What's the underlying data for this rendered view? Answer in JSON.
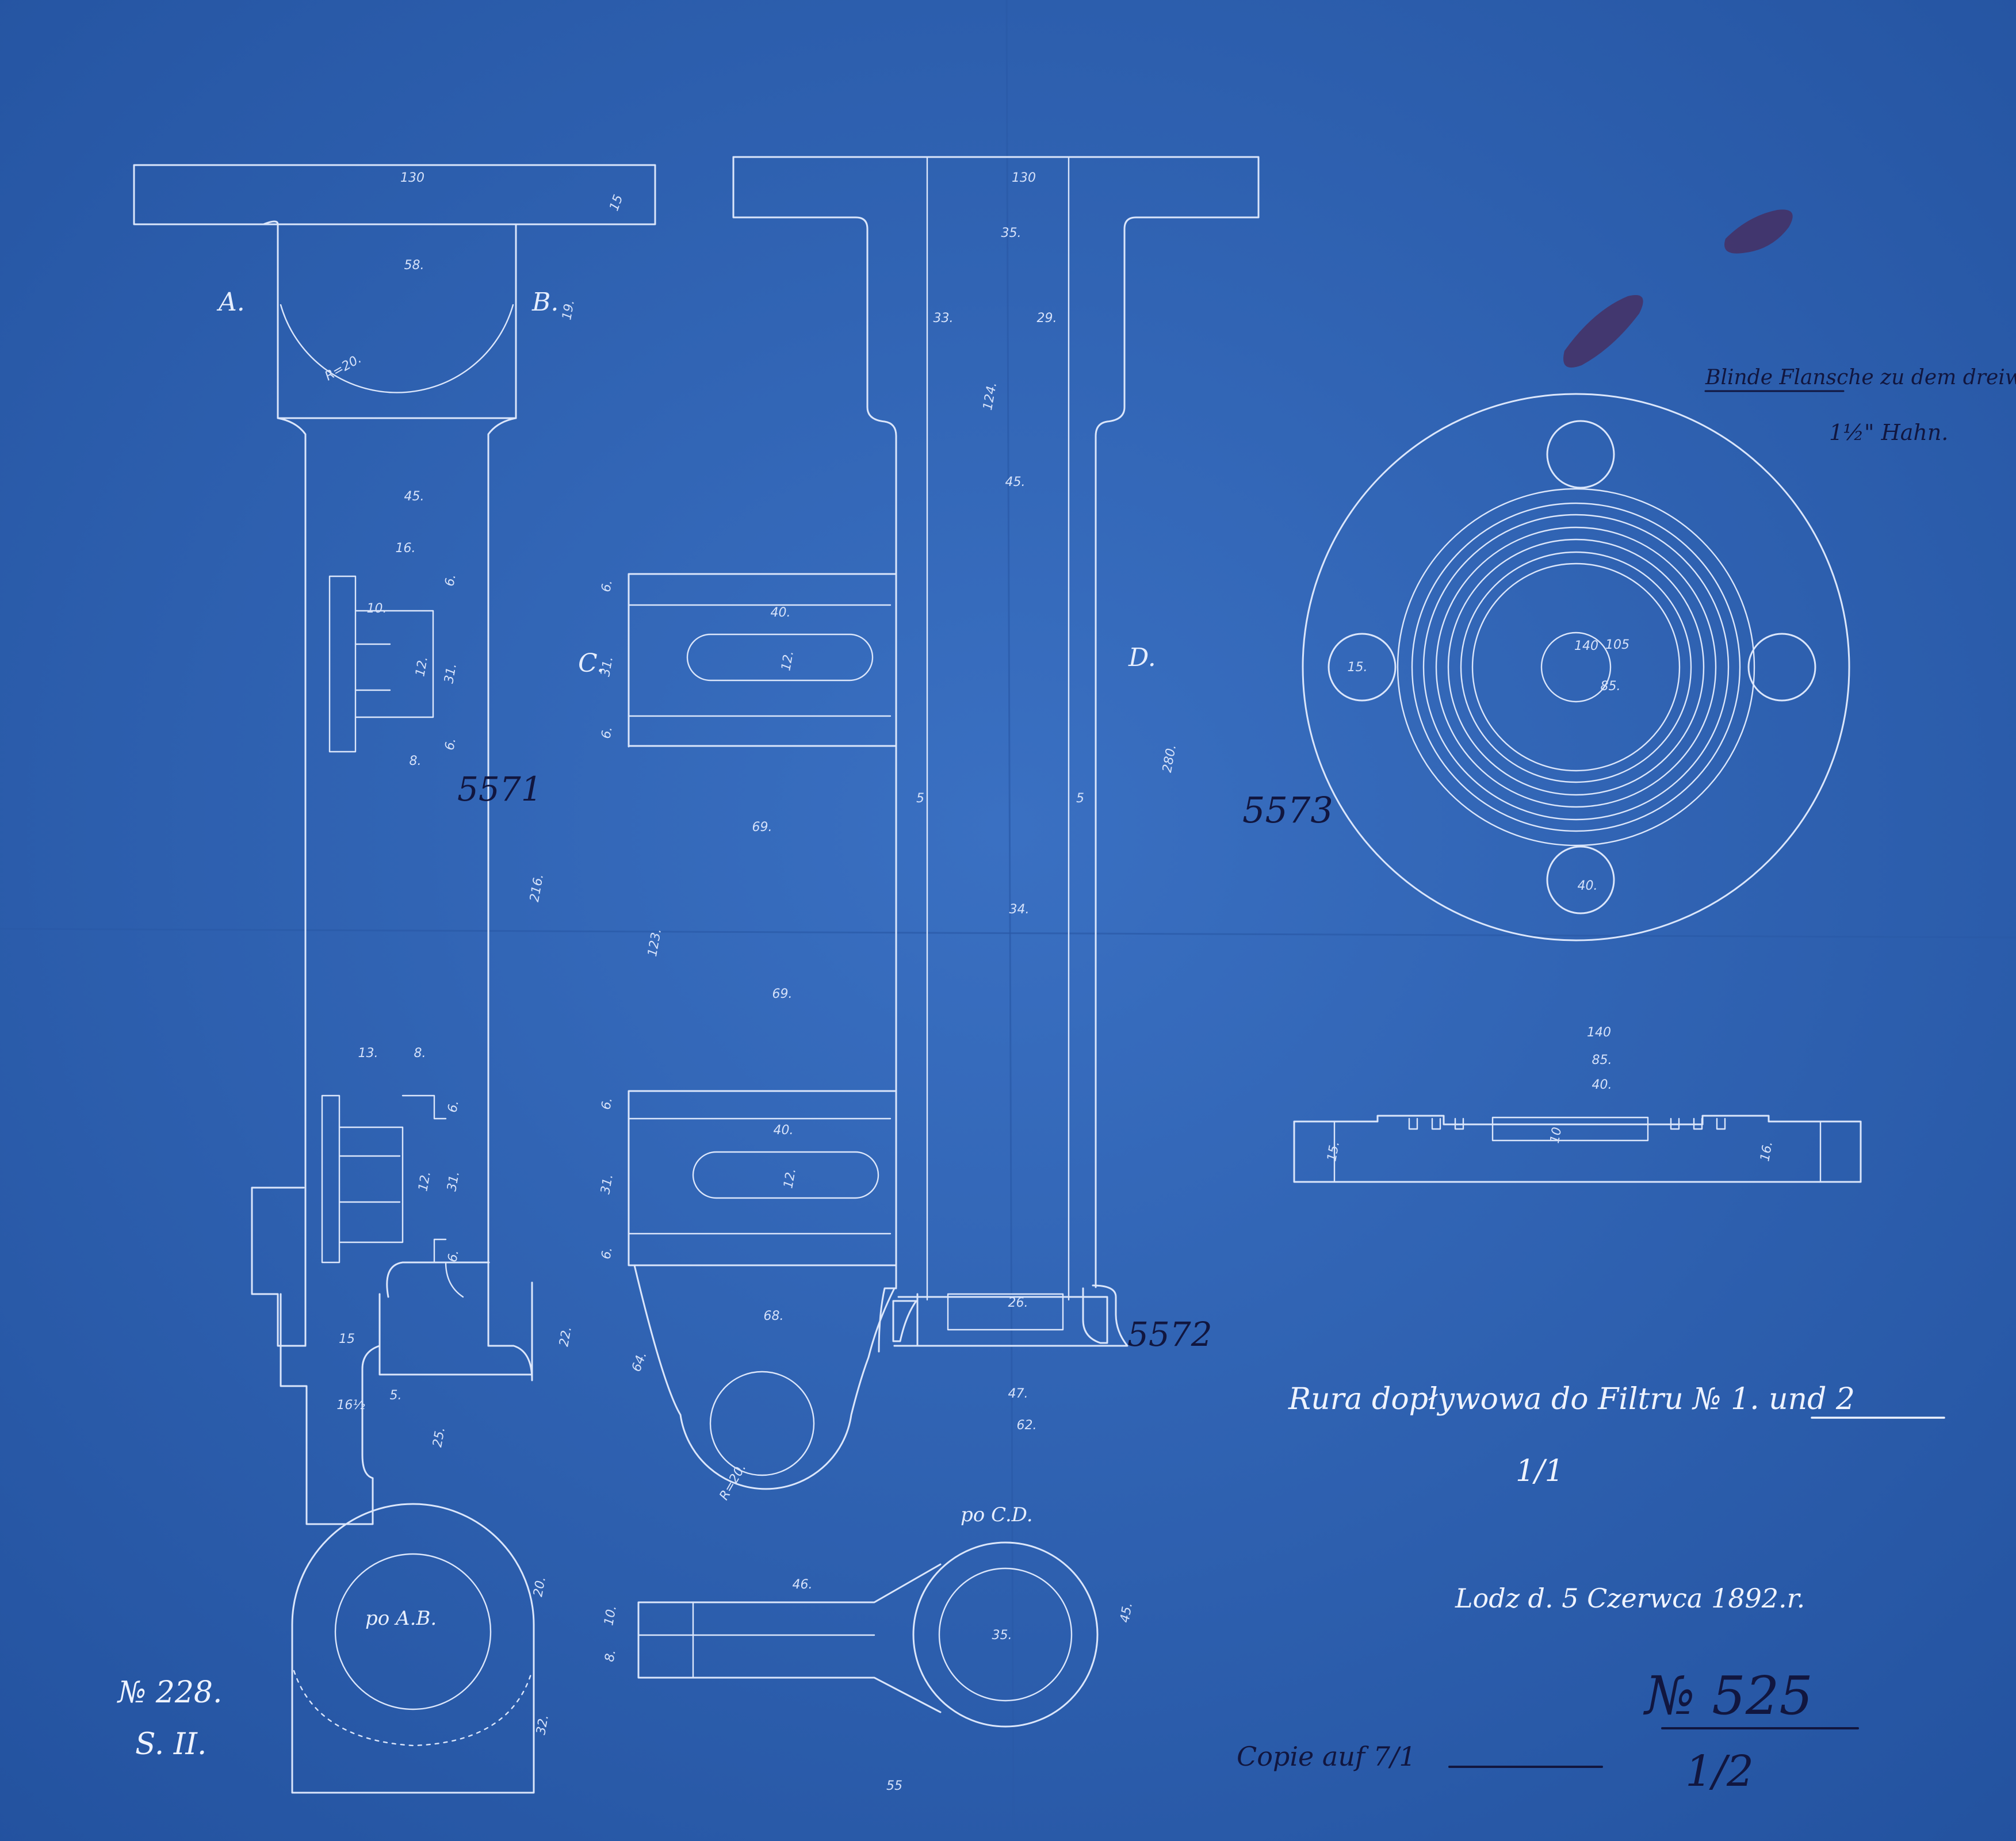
{
  "drawing": {
    "title": "Rura dopływowa do Filtru № 1. und 2",
    "scale": "1/1",
    "date_place": "Lodz d. 5 Czerwca 1892.r.",
    "sheet_no": "№ 228.",
    "sheet_ser": "S. II.",
    "stamp_no": "№ 525",
    "stamp_sub": "1/2",
    "copy_note": "Copie auf 7/1",
    "note_line1": "Blinde Flansche zu dem dreiwegige",
    "note_line2": "1½\" Hahn.",
    "section_ab": "po A.B.",
    "section_cd": "po C.D."
  },
  "parts": {
    "p1": "5571",
    "p2": "5572",
    "p3": "5573"
  },
  "section_letters": {
    "a": "A.",
    "b": "B.",
    "c": "C.",
    "d": "D."
  },
  "dims": {
    "d130": "130",
    "d130b": "130",
    "d15": "15",
    "d58": "58.",
    "r20": "R=20.",
    "d19": "19.",
    "d45": "45.",
    "d16": "16.",
    "d10": "10.",
    "d12a": "12.",
    "d31a": "31.",
    "d6a": "6.",
    "d6b": "6.",
    "d8a": "8.",
    "d216": "216.",
    "d13": "13.",
    "d8b": "8.",
    "d12b": "12.",
    "d31b": "31.",
    "d6c": "6.",
    "d6d": "6.",
    "d15b": "15",
    "d16half": "16½",
    "d5": "5.",
    "d25": "25.",
    "d22": "22.",
    "d20": "20.",
    "d32": "32.",
    "d35": "35.",
    "d33": "33.",
    "d29": "29.",
    "d124": "124.",
    "d45b": "45.",
    "d40": "40.",
    "d12c": "12.",
    "d31c": "31.",
    "d6e": "6.",
    "d6f": "6.",
    "d69a": "69.",
    "d123": "123.",
    "d69b": "69.",
    "d5a": "5",
    "d5b": "5",
    "d34": "34.",
    "d280": "280.",
    "d40b": "40.",
    "d12d": "12.",
    "d31d": "31.",
    "d6g": "6.",
    "d6h": "6.",
    "d68": "68.",
    "d64": "64.",
    "r20b": "R=20.",
    "d26": "26.",
    "d47": "47.",
    "d62": "62.",
    "d46": "46.",
    "d35b": "35.",
    "d45c": "45.",
    "d10b": "10.",
    "d8c": "8.",
    "d55": "55",
    "f140": "140",
    "f105": "105",
    "f85": "85.",
    "f15": "15.",
    "f40": "40.",
    "s140": "140",
    "s85": "85.",
    "s40": "40.",
    "s15": "15.",
    "s10": "10",
    "s16": "16."
  }
}
